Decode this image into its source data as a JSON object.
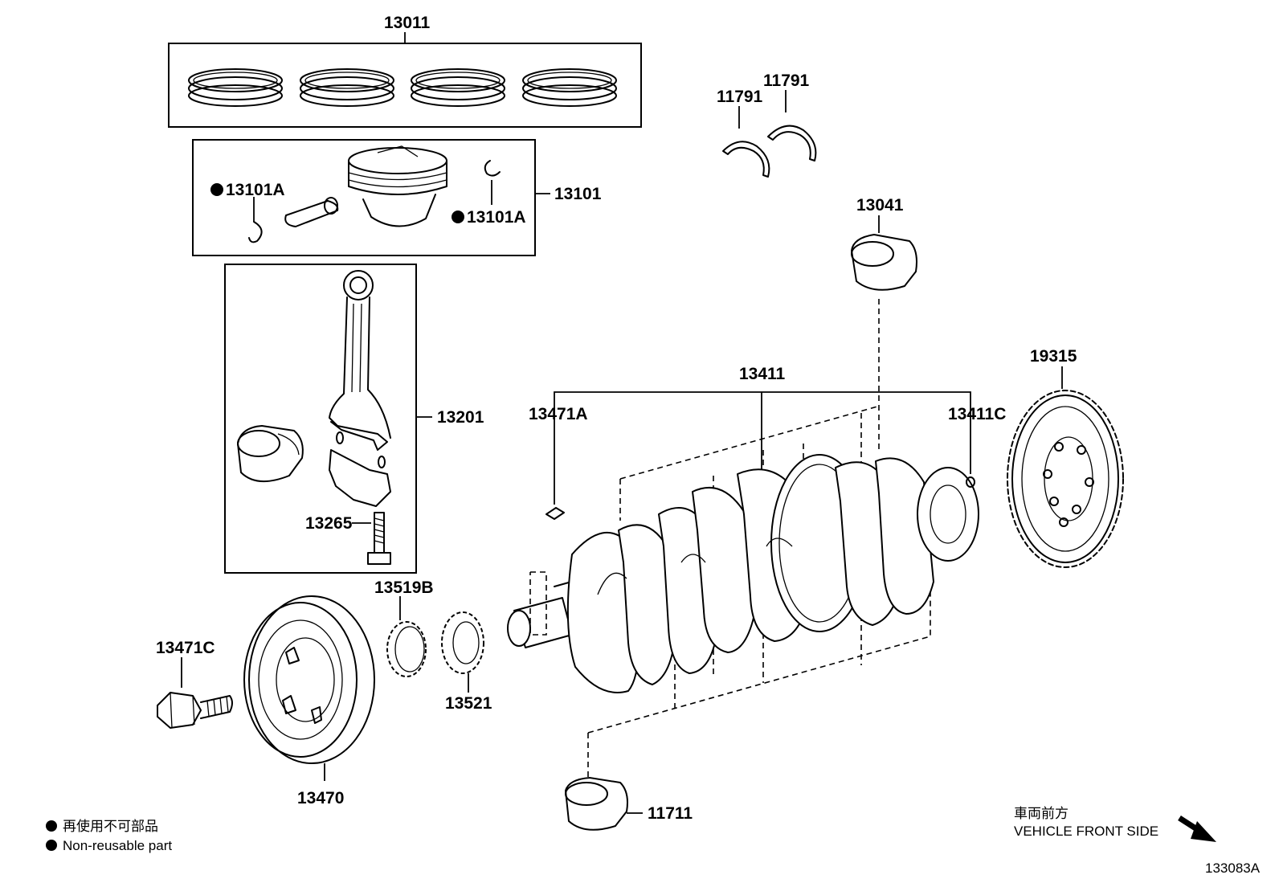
{
  "diagram": {
    "labels": {
      "piston_ring_set": "13011",
      "crankshaft_thrust_washer_upper_left": "11791",
      "crankshaft_thrust_washer_upper_right": "11791",
      "piston_sub_assembly": "13101",
      "piston_pin_snap_ring_left": "13101A",
      "piston_pin_snap_ring_right": "13101A",
      "crankshaft_bearing_upper": "13041",
      "connecting_rod_sub_assembly": "13201",
      "connecting_rod_bolt": "13265",
      "crankshaft_assembly": "13411",
      "crankshaft_pin_front": "13471A",
      "crankshaft_pin_rear": "13411C",
      "crankshaft_position_sensor_plate": "19315",
      "crankshaft_timing_gear": "13519B",
      "crankshaft_sprocket": "13521",
      "crankshaft_pulley_bolt": "13471C",
      "crankshaft_pulley": "13470",
      "crankshaft_bearing_lower": "11711"
    },
    "legend": {
      "japanese": "再使用不可部品",
      "english": "Non-reusable part"
    },
    "front_side": {
      "japanese": "車両前方",
      "english": "VEHICLE FRONT SIDE"
    },
    "figure_id": "133083A"
  }
}
